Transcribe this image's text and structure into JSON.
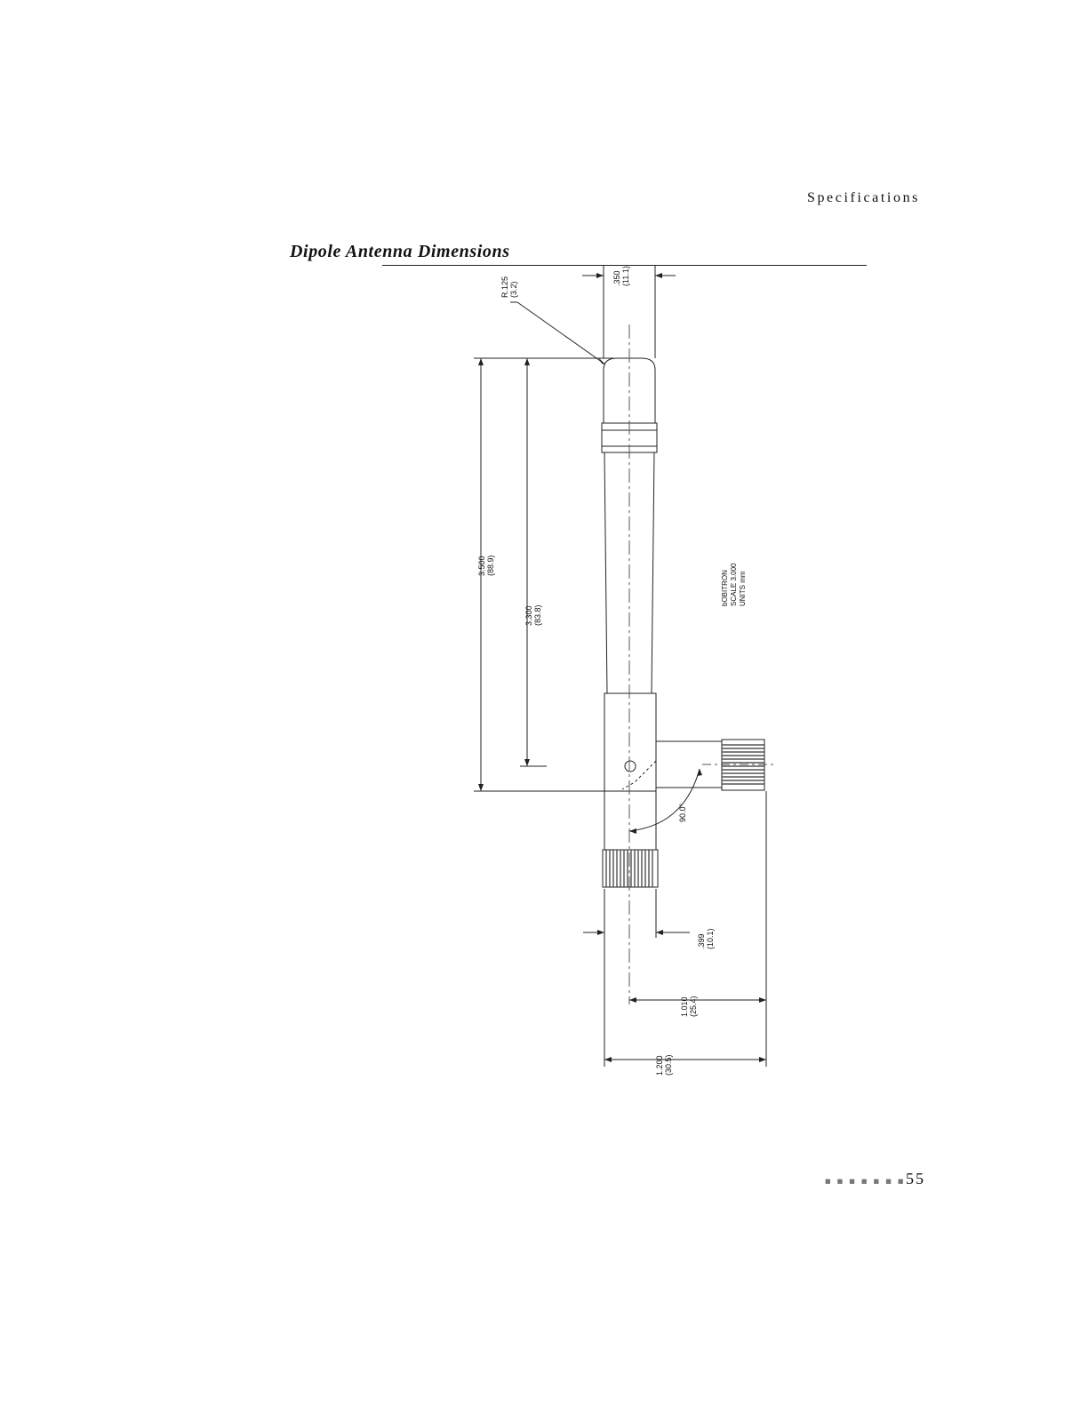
{
  "header": {
    "section": "Specifications"
  },
  "figure": {
    "title": "Dipole Antenna Dimensions",
    "dimensions": {
      "tip_radius": {
        "value": "R.125",
        "metric": "(3.2)"
      },
      "tip_width": {
        "value": ".350",
        "metric": "(11.1)"
      },
      "overall_length": {
        "value": "3.500",
        "metric": "(88.9)"
      },
      "pivot_length": {
        "value": "3.300",
        "metric": "(83.8)"
      },
      "rotation_angle": {
        "value": "90.0°"
      },
      "connector_width": {
        "value": ".399",
        "metric": "(10.1)"
      },
      "connector_offset": {
        "value": "1.010",
        "metric": "(25.4)"
      },
      "overall_width": {
        "value": "1.200",
        "metric": "(30.5)"
      }
    },
    "notes": [
      "bOBITRON",
      "SCALE 3.000",
      "UNITS mm"
    ]
  },
  "footer": {
    "dots": "■ ■ ■ ■ ■ ■ ■",
    "page_number": "55"
  }
}
